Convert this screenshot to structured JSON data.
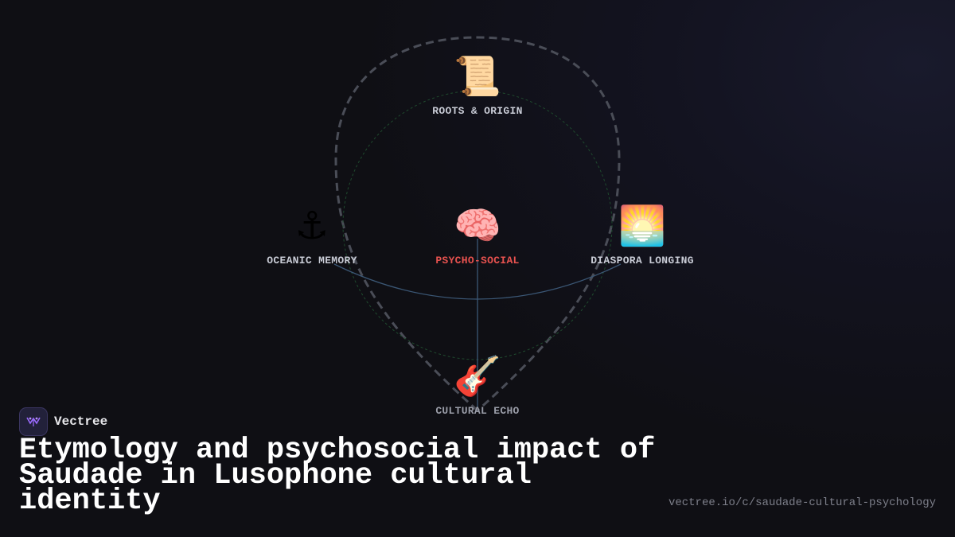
{
  "nodes": {
    "top": {
      "emoji": "📜",
      "label": "ROOTS & ORIGIN"
    },
    "left": {
      "emoji": "⚓",
      "label": "OCEANIC MEMORY"
    },
    "center": {
      "emoji": "🧠",
      "label": "PSYCHO-SOCIAL"
    },
    "right": {
      "emoji": "🌅",
      "label": "DIASPORA LONGING"
    },
    "bottom": {
      "emoji": "🎸",
      "label": "CULTURAL ECHO"
    }
  },
  "brand": {
    "name": "Vectree"
  },
  "title": "Etymology and psychosocial impact of Saudade in Lusophone cultural identity",
  "url": "vectree.io/c/saudade-cultural-psychology",
  "colors": {
    "center_label": "#e8524f",
    "connector": "#3b5775",
    "outer_loop": "#4a4d57",
    "inner_circle": "#1f4a2e"
  }
}
